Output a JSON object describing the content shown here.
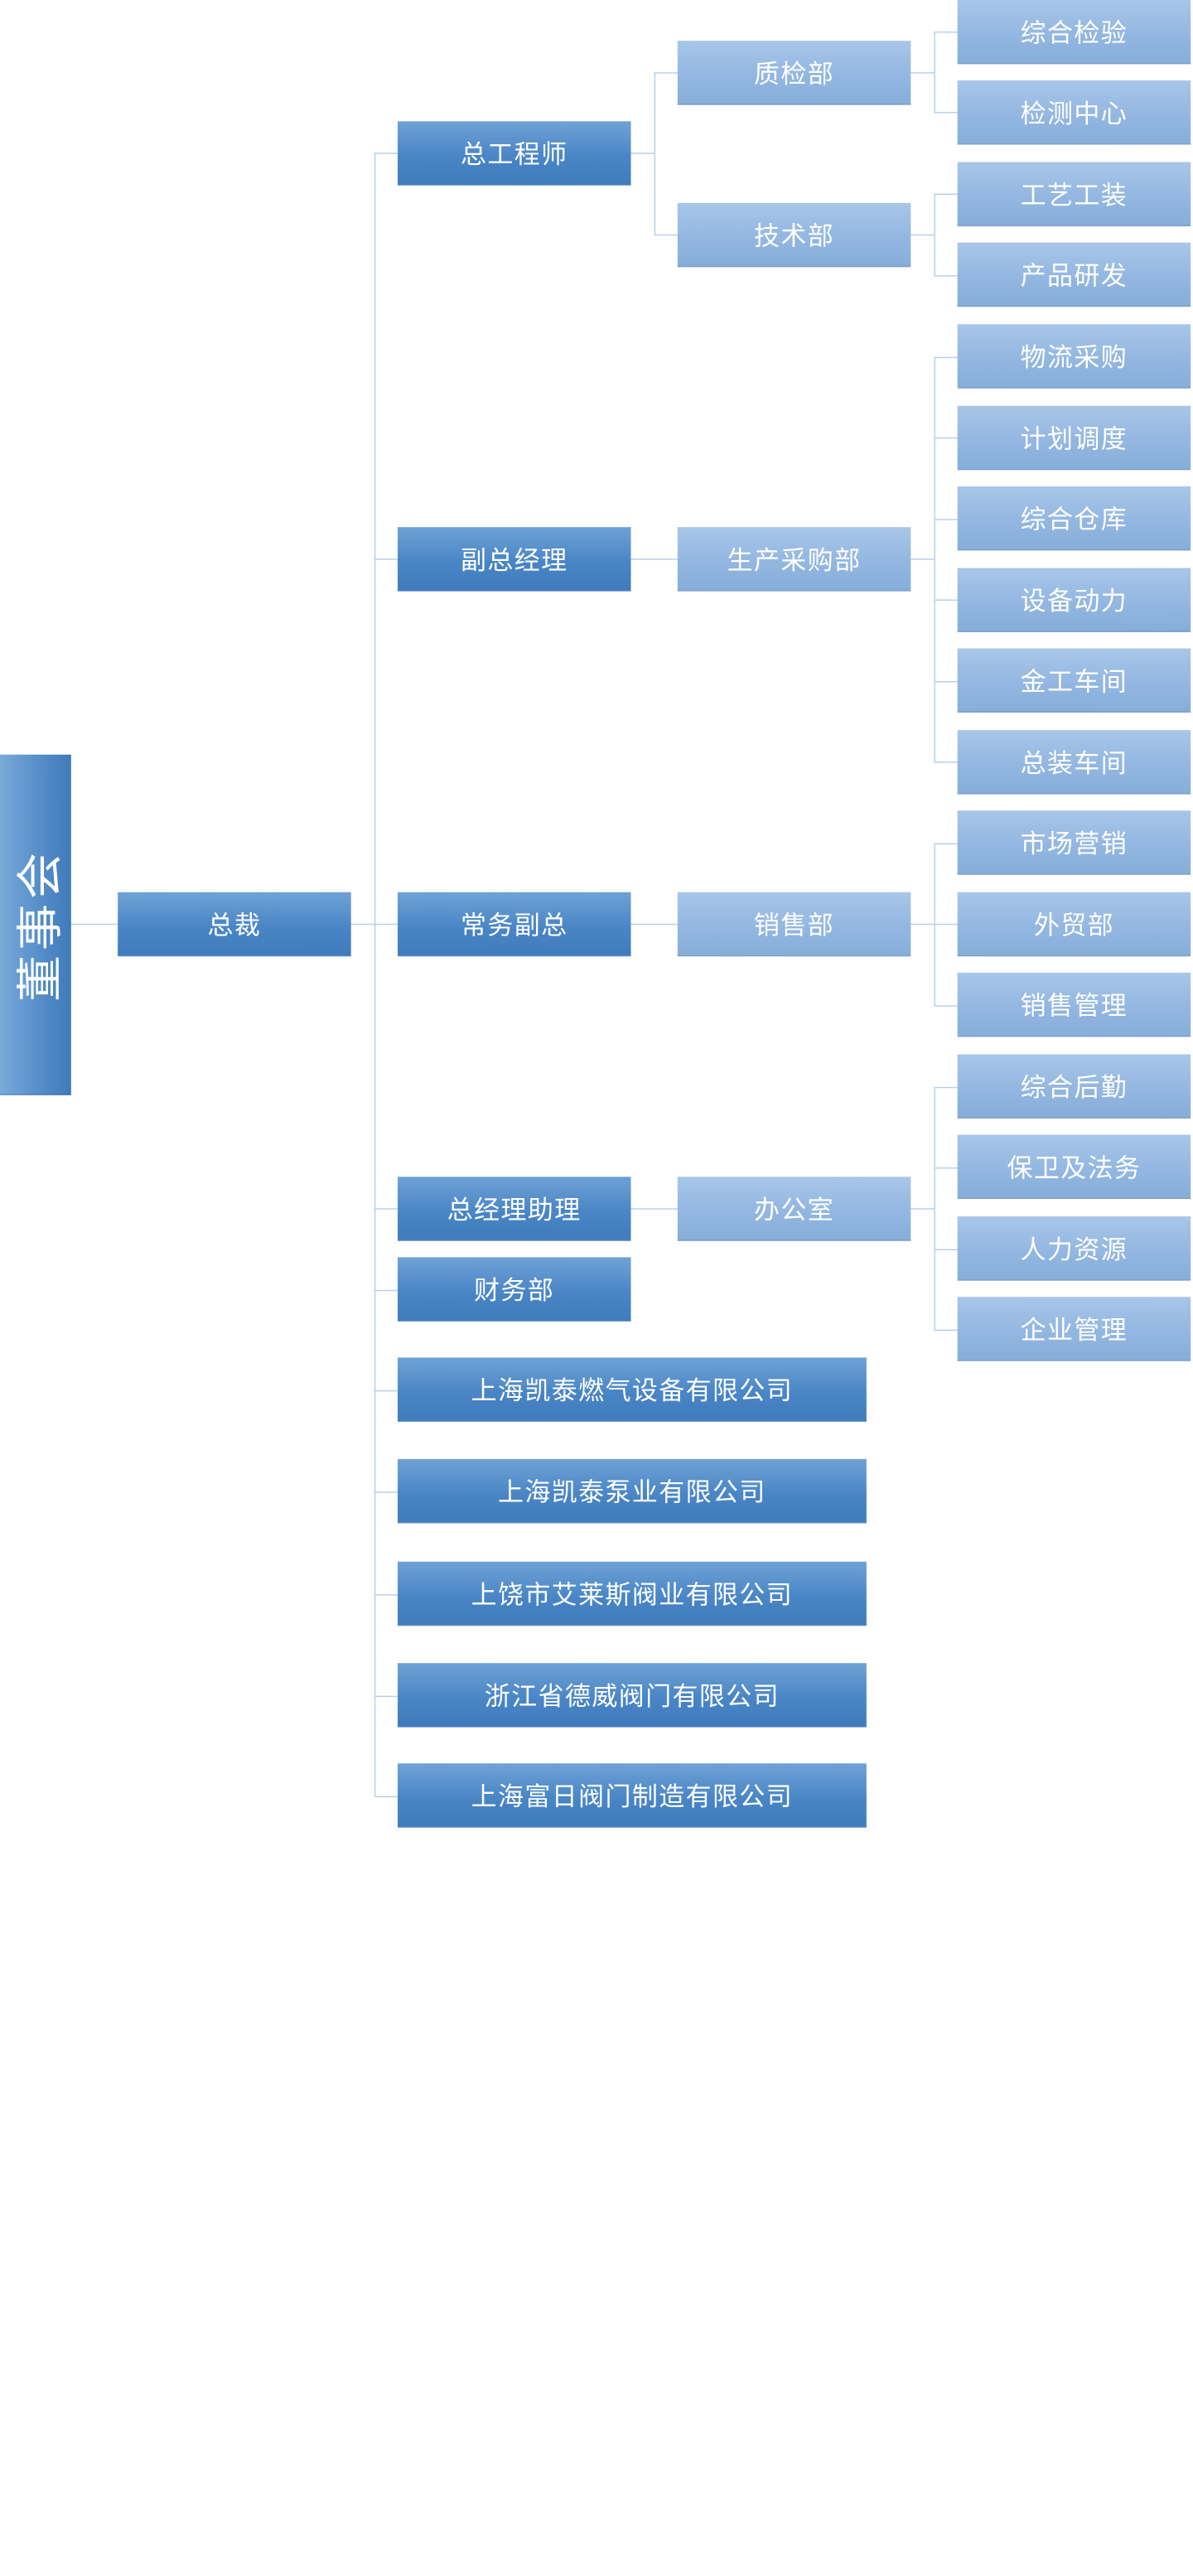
{
  "board": "董事会",
  "president": "总裁",
  "chief_engineer": {
    "label": "总工程师",
    "quality_dept": "质检部",
    "tech_dept": "技术部"
  },
  "deputy_gm": {
    "label": "副总经理",
    "production_dept": "生产采购部"
  },
  "exec_deputy": {
    "label": "常务副总",
    "sales_dept": "销售部"
  },
  "gm_assistant": {
    "label": "总经理助理",
    "office": "办公室"
  },
  "finance": "财务部",
  "units": {
    "zonghe_jianyan": "综合检验",
    "jiance_zhongxin": "检测中心",
    "gongyi_gongzhuang": "工艺工装",
    "chanpin_yanfa": "产品研发",
    "wuliu_caigou": "物流采购",
    "jihua_diaodu": "计划调度",
    "zonghe_cangku": "综合仓库",
    "shebei_dongli": "设备动力",
    "jingong_chejian": "金工车间",
    "zongzhuang_chejian": "总装车间",
    "shichang_yingxiao": "市场营销",
    "waimao_bu": "外贸部",
    "xiaoshou_guanli": "销售管理",
    "zonghe_houqin": "综合后勤",
    "baowei_fawu": "保卫及法务",
    "renli_ziyuan": "人力资源",
    "qiye_guanli": "企业管理"
  },
  "subsidiaries": [
    "上海凯泰燃气设备有限公司",
    "上海凯泰泵业有限公司",
    "上饶市艾莱斯阀业有限公司",
    "浙江省德威阀门有限公司",
    "上海富日阀门制造有限公司"
  ]
}
